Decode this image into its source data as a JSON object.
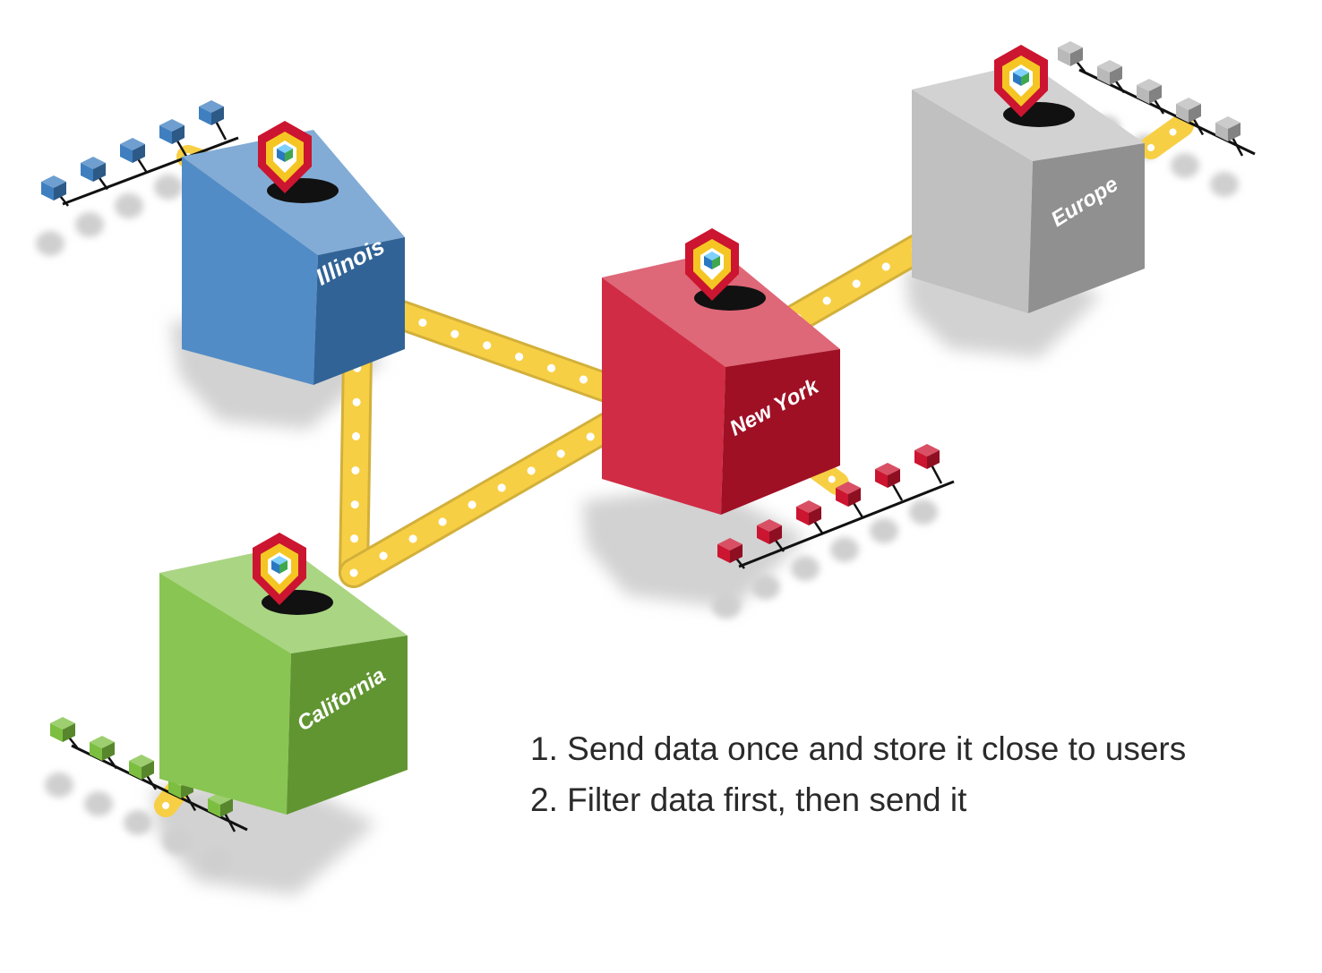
{
  "diagram": {
    "nodes": [
      {
        "id": "illinois",
        "label": "Illinois",
        "color": "#3f7fc0",
        "leaf_color": "#3f7fc0"
      },
      {
        "id": "new-york",
        "label": "New York",
        "color": "#cc1530",
        "leaf_color": "#cc1530"
      },
      {
        "id": "europe",
        "label": "Europe",
        "color": "#b9b9b9",
        "leaf_color": "#b9b9b9"
      },
      {
        "id": "california",
        "label": "California",
        "color": "#7cbf40",
        "leaf_color": "#7cbf40"
      }
    ],
    "links": [
      {
        "from": "illinois",
        "to": "new-york"
      },
      {
        "from": "illinois",
        "to": "california"
      },
      {
        "from": "california",
        "to": "new-york"
      },
      {
        "from": "new-york",
        "to": "europe"
      }
    ],
    "link_color": "#f7cf45"
  },
  "notes": {
    "line1": "1. Send data once and store it close to users",
    "line2": "2. Filter data first, then send it"
  }
}
